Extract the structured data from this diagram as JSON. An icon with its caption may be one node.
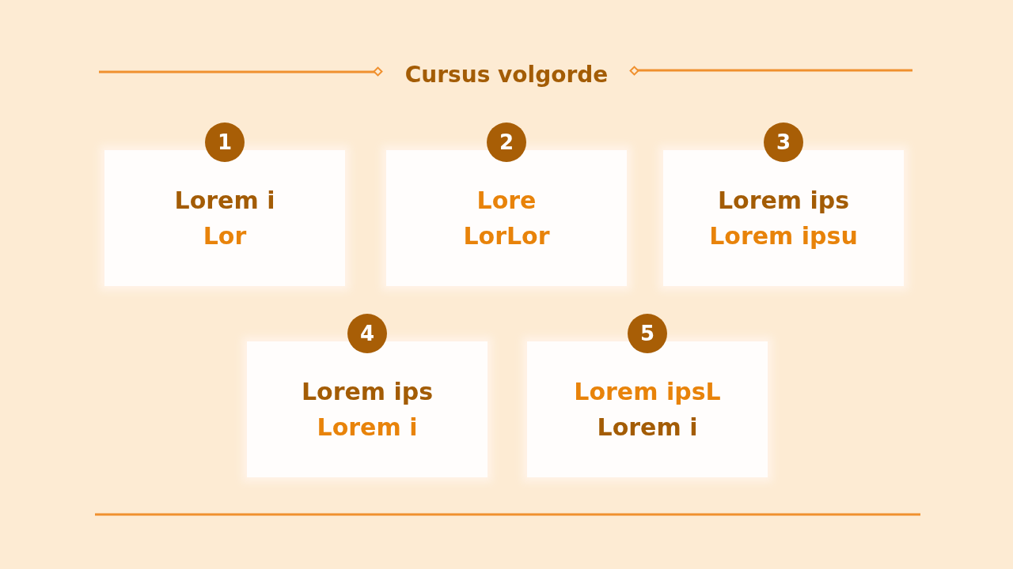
{
  "diagram": {
    "title": "Cursus volgorde",
    "nodes": [
      {
        "text": [
          "1",
          "Lorem i",
          "Lor"
        ]
      },
      {
        "text": [
          "2",
          "Lore",
          "LorLor"
        ]
      },
      {
        "text": [
          "3",
          "Lorem ips",
          "Lorem ipsu"
        ]
      },
      {
        "text": [
          "4",
          "Lorem ips",
          "Lorem i"
        ]
      },
      {
        "text": [
          "5",
          "Lorem ipsL",
          "Lorem i"
        ]
      }
    ],
    "edges": []
  }
}
